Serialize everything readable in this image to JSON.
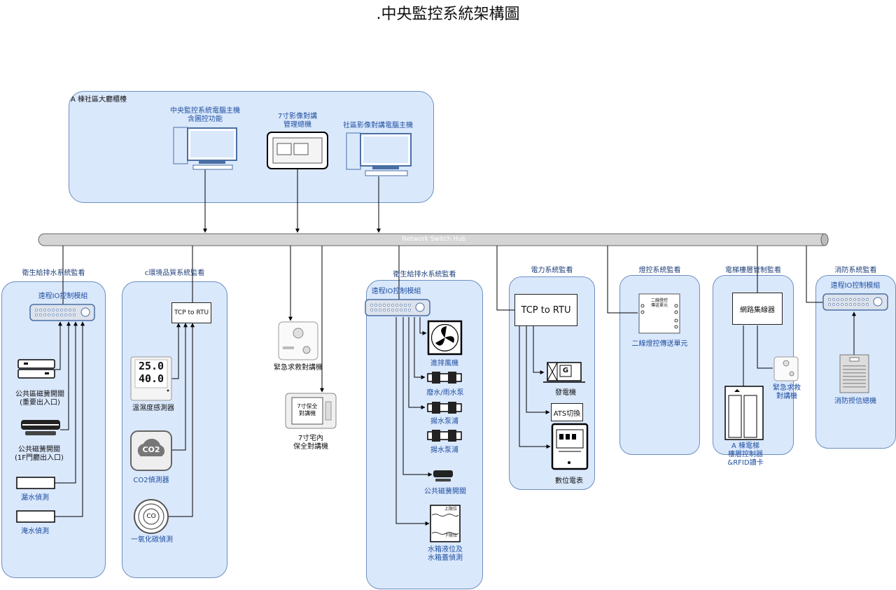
{
  "title": ".中央監控系統架構圖",
  "hub_label": "Network Switch Hub",
  "building": {
    "title": "A 棟社區大廳櫃檯",
    "central_pc": "中央監控系統電腦主機\n含圖控功能",
    "video_intercom_mgr": "7寸影像對講\n管理總機",
    "community_pc": "社區影像對講電腦主機"
  },
  "drainage_left": {
    "title": "衛生給排水系統監看",
    "io_module": "遠程IO控制模組",
    "door_sensor_public": "公共區磁簧開關\n(重要出入口)",
    "door_sensor_1f": "公共磁簧開關\n(1F門廳出入口)",
    "leak": "漏水偵測",
    "flood": "淹水偵測"
  },
  "environment": {
    "title": "c環境品質系統監看",
    "rtu": "TCP to RTU",
    "thermo_temp": "25.0",
    "thermo_hum": "40.0",
    "thermo": "溫濕度感測器",
    "co2_icon": "CO2",
    "co2": "CO2偵測器",
    "co_icon": "CO",
    "co": "一氧化碳偵測"
  },
  "middle": {
    "emergency": "緊急求救對講機",
    "indoor_screen": "7寸保全\n對講機",
    "indoor": "7寸宅內\n保全對講機"
  },
  "drainage_center": {
    "title": "衛生給排水系統監看",
    "io_module": "遠程IO控制模組",
    "fan": "進排風機",
    "sewage_pump": "廢水/雨水泵",
    "lift_pump_1": "揚水泵浦",
    "lift_pump_2": "揚水泵浦",
    "door_sensor": "公共磁簧開關",
    "tank_high": "上限位",
    "tank_low": "下限位",
    "tank": "水箱液位及\n水箱蓋偵測"
  },
  "power": {
    "title": "電力系統監看",
    "rtu": "TCP to RTU",
    "gen_icon": "G",
    "generator": "發電機",
    "ats": "ATS切換",
    "meter": "數位電表"
  },
  "lighting": {
    "title": "燈控系統監看",
    "unit_text": "二線燈控\n傳送單元",
    "unit": "二線燈控傳送單元"
  },
  "elevator": {
    "title": "電梯樓層管制監看",
    "hub": "網路集線器",
    "emergency": "緊急求救\n對講機",
    "controller": "A 棟電梯\n樓層控制器\n&RFID讀卡"
  },
  "fire": {
    "title": "消防系統監看",
    "io_module": "遠程IO控制模組",
    "panel": "消防授信總機"
  },
  "colors": {
    "group_fill": "#dae8fc",
    "group_border": "#6c8ebf",
    "hub_fill": "#d5d5d5",
    "label_blue": "#1f4fa0"
  }
}
